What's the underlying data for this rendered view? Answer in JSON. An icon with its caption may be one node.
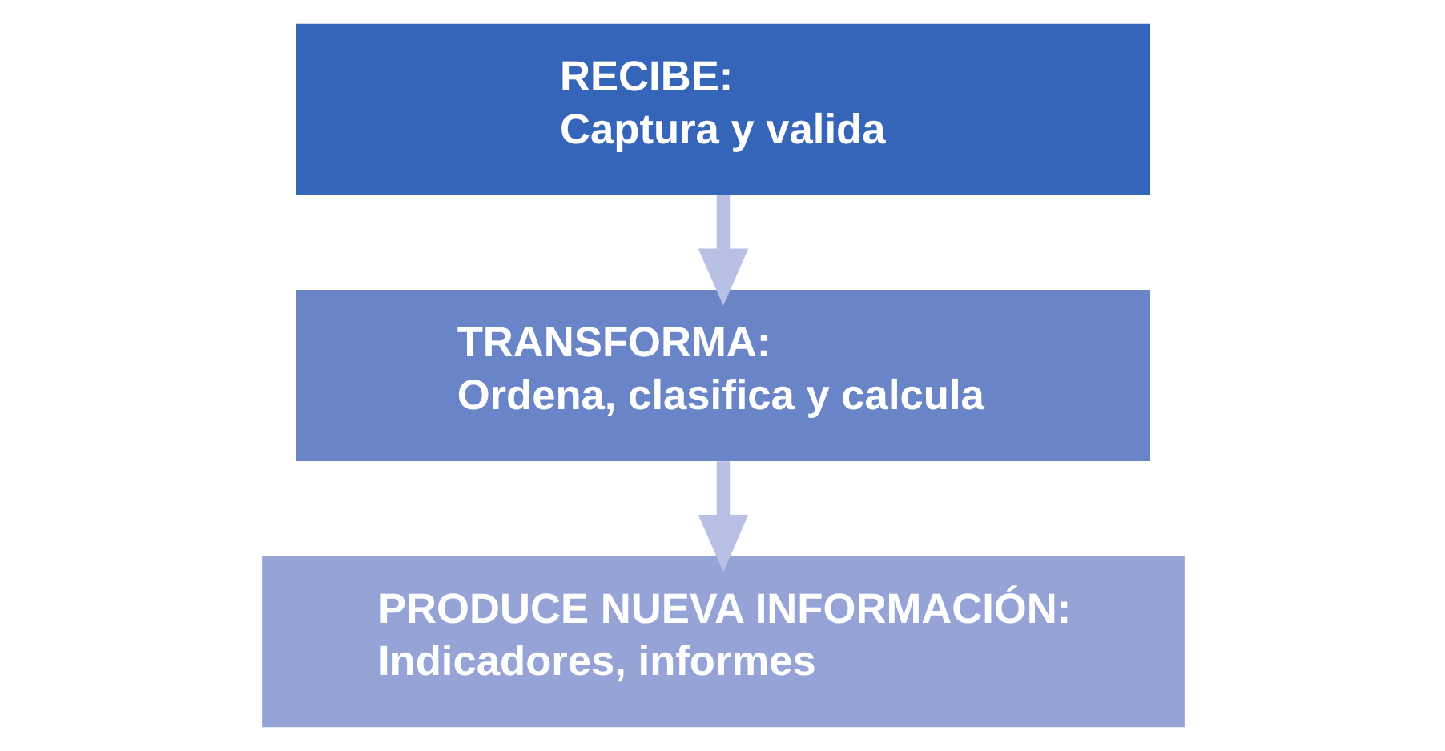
{
  "diagram": {
    "nodes": [
      {
        "text": [
          "RECIBE:",
          "Captura y valida"
        ]
      },
      {
        "text": [
          "TRANSFORMA:",
          "Ordena, clasifica y calcula"
        ]
      },
      {
        "text": [
          "PRODUCE NUEVA INFORMACIÓN:",
          "Indicadores, informes"
        ]
      }
    ],
    "edges": [
      {
        "from": 0,
        "to": 1,
        "arrow": "to"
      },
      {
        "from": 1,
        "to": 2,
        "arrow": "to"
      }
    ]
  }
}
